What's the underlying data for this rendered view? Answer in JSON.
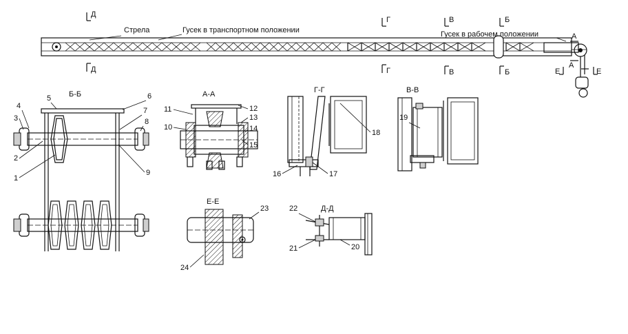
{
  "top": {
    "boom_label": "Стрела",
    "transport_label": "Гусек в транспортном положении",
    "working_label": "Гусек в рабочем положении",
    "cut_d": "Д",
    "cut_g": "Г",
    "cut_v": "В",
    "cut_b": "Б",
    "cut_a": "А",
    "cut_e": "Е"
  },
  "sections": {
    "bb": "Б-Б",
    "aa": "А-А",
    "gg": "Г-Г",
    "vv": "В-В",
    "ee": "Е-Е",
    "dd": "Д-Д"
  },
  "callouts": {
    "n1": "1",
    "n2": "2",
    "n3": "3",
    "n4": "4",
    "n5": "5",
    "n6": "6",
    "n7": "7",
    "n8": "8",
    "n9": "9",
    "n10": "10",
    "n11": "11",
    "n12": "12",
    "n13": "13",
    "n14": "14",
    "n15": "15",
    "n16": "16",
    "n17": "17",
    "n18": "18",
    "n19": "19",
    "n20": "20",
    "n21": "21",
    "n22": "22",
    "n23": "23",
    "n24": "24"
  }
}
